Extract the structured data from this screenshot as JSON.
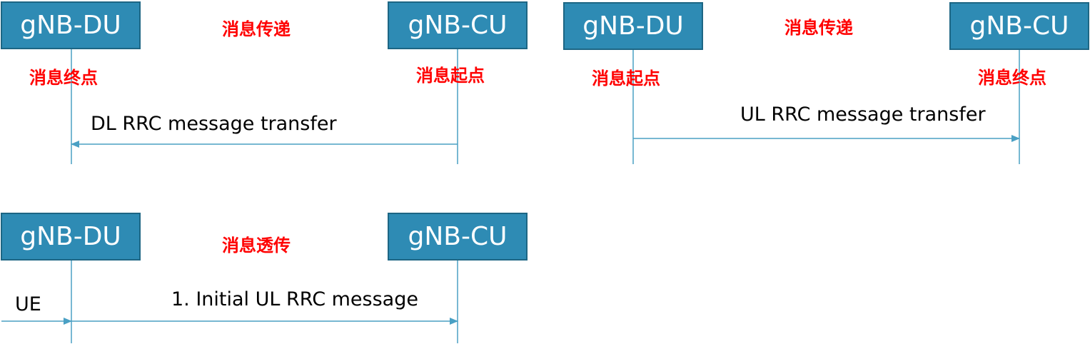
{
  "colors": {
    "node_fill": "#2e8bb4",
    "node_border": "#1d6684",
    "line": "#4aa0c4",
    "red_label": "#ff0000"
  },
  "diagram1": {
    "du_label": "gNB-DU",
    "cu_label": "gNB-CU",
    "title": "消息传递",
    "du_role": "消息终点",
    "cu_role": "消息起点",
    "message": "DL RRC message transfer"
  },
  "diagram2": {
    "du_label": "gNB-DU",
    "cu_label": "gNB-CU",
    "title": "消息传递",
    "du_role": "消息起点",
    "cu_role": "消息终点",
    "message": "UL RRC message transfer"
  },
  "diagram3": {
    "du_label": "gNB-DU",
    "cu_label": "gNB-CU",
    "title": "消息透传",
    "ue_label": "UE",
    "message": "1. Initial UL RRC message"
  }
}
